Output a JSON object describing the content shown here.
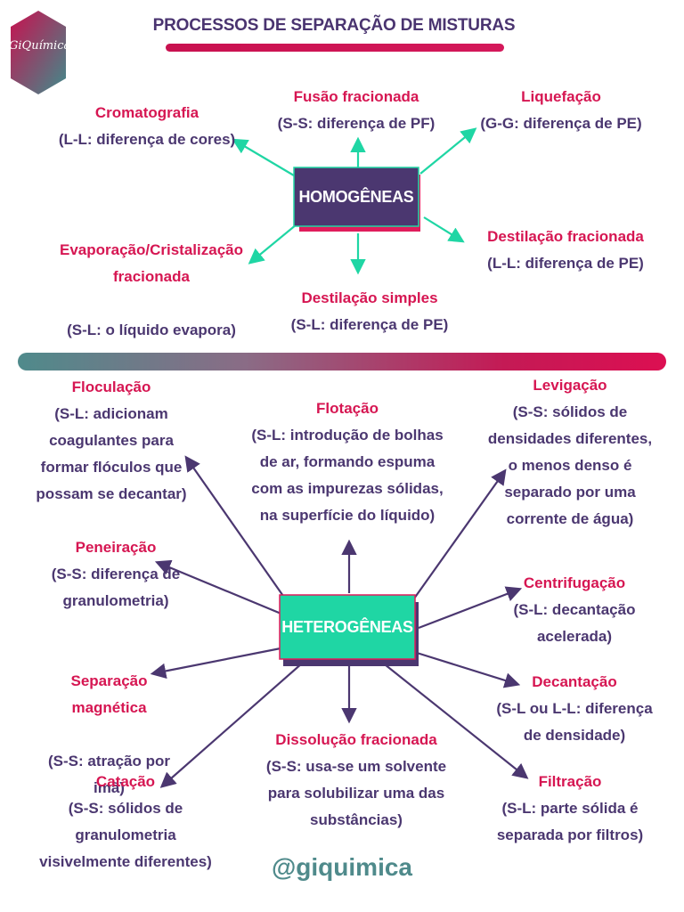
{
  "title": "PROCESSOS DE SEPARAÇÃO DE MISTURAS",
  "logo": "GiQuímica",
  "homogeneous": {
    "hub": "HOMOGÊNEAS",
    "nodes": [
      {
        "name": "Cromatografia",
        "desc": "(L-L: diferença de cores)"
      },
      {
        "name": "Fusão fracionada",
        "desc": "(S-S: diferença de PF)"
      },
      {
        "name": "Liquefação",
        "desc": "(G-G: diferença de PE)"
      },
      {
        "name": "Evaporação/Cristalização\nfracionada",
        "desc": "(S-L: o líquido evapora)"
      },
      {
        "name": "Destilação fracionada",
        "desc": "(L-L: diferença de PE)"
      },
      {
        "name": "Destilação simples",
        "desc": "(S-L: diferença de PE)"
      }
    ]
  },
  "heterogeneous": {
    "hub": "HETEROGÊNEAS",
    "nodes": [
      {
        "name": "Floculação",
        "desc": "(S-L: adicionam\ncoagulantes para\nformar flóculos que\npossam se decantar)"
      },
      {
        "name": "Flotação",
        "desc": "(S-L: introdução de bolhas\nde ar, formando espuma\ncom as impurezas sólidas,\nna superfície do líquido)"
      },
      {
        "name": "Levigação",
        "desc": "(S-S: sólidos de\ndensidades diferentes,\no menos denso é\nseparado por uma\ncorrente de água)"
      },
      {
        "name": "Peneiração",
        "desc": "(S-S: diferença de\ngranulometria)"
      },
      {
        "name": "Centrifugação",
        "desc": "(S-L: decantação\nacelerada)"
      },
      {
        "name": "Separação\nmagnética",
        "desc": "(S-S: atração por\nimã)"
      },
      {
        "name": "Decantação",
        "desc": "(S-L ou L-L: diferença\nde densidade)"
      },
      {
        "name": "Catação",
        "desc": "(S-S: sólidos de\ngranulometria\nvisivelmente diferentes)"
      },
      {
        "name": "Dissolução fracionada",
        "desc": "(S-S: usa-se um solvente\npara solubilizar uma das\nsubstâncias)"
      },
      {
        "name": "Filtração",
        "desc": "(S-L: parte sólida é\nseparada por filtros)"
      }
    ]
  },
  "footer": "@giquimica",
  "colors": {
    "accent": "#d61652",
    "text": "#4b3770",
    "teal": "#1fd6a4",
    "arrow_top": "#1fd6a4",
    "arrow_bottom": "#4b3770"
  }
}
